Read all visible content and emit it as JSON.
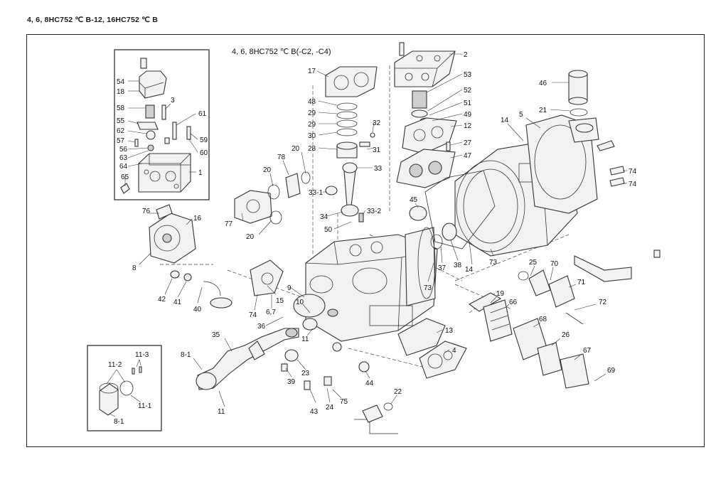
{
  "header": {
    "title": "4, 6, 8HC752 ℃ B-12, 16HC752 ℃ B",
    "subtitle": "4, 6, 8HC752 ℃ B(-C2, -C4)"
  },
  "callouts": [
    {
      "id": "c54",
      "text": "54"
    },
    {
      "id": "c18",
      "text": "18"
    },
    {
      "id": "c3",
      "text": "3"
    },
    {
      "id": "c58",
      "text": "58"
    },
    {
      "id": "c55",
      "text": "55"
    },
    {
      "id": "c61",
      "text": "61"
    },
    {
      "id": "c62",
      "text": "62"
    },
    {
      "id": "c57",
      "text": "57"
    },
    {
      "id": "c59",
      "text": "59"
    },
    {
      "id": "c56",
      "text": "56"
    },
    {
      "id": "c60",
      "text": "60"
    },
    {
      "id": "c63",
      "text": "63"
    },
    {
      "id": "c64",
      "text": "64"
    },
    {
      "id": "c1",
      "text": "1"
    },
    {
      "id": "c65",
      "text": "65"
    },
    {
      "id": "c17",
      "text": "17"
    },
    {
      "id": "c48",
      "text": "48"
    },
    {
      "id": "c29a",
      "text": "29"
    },
    {
      "id": "c29b",
      "text": "29"
    },
    {
      "id": "c30",
      "text": "30"
    },
    {
      "id": "c32",
      "text": "32"
    },
    {
      "id": "c28",
      "text": "28"
    },
    {
      "id": "c31",
      "text": "31"
    },
    {
      "id": "c33",
      "text": "33"
    },
    {
      "id": "c33_1",
      "text": "33-1"
    },
    {
      "id": "c34",
      "text": "34"
    },
    {
      "id": "c33_2",
      "text": "33-2"
    },
    {
      "id": "c50",
      "text": "50"
    },
    {
      "id": "c2",
      "text": "2"
    },
    {
      "id": "c53",
      "text": "53"
    },
    {
      "id": "c52",
      "text": "52"
    },
    {
      "id": "c51",
      "text": "51"
    },
    {
      "id": "c49",
      "text": "49"
    },
    {
      "id": "c12",
      "text": "12"
    },
    {
      "id": "c27",
      "text": "27"
    },
    {
      "id": "c47",
      "text": "47"
    },
    {
      "id": "c46",
      "text": "46"
    },
    {
      "id": "c21",
      "text": "21"
    },
    {
      "id": "c5",
      "text": "5"
    },
    {
      "id": "c14a",
      "text": "14"
    },
    {
      "id": "c74a",
      "text": "74"
    },
    {
      "id": "c74b",
      "text": "74"
    },
    {
      "id": "c78",
      "text": "78"
    },
    {
      "id": "c20a",
      "text": "20"
    },
    {
      "id": "c20b",
      "text": "20"
    },
    {
      "id": "c20c",
      "text": "20"
    },
    {
      "id": "c77",
      "text": "77"
    },
    {
      "id": "c76",
      "text": "76"
    },
    {
      "id": "c16",
      "text": "16"
    },
    {
      "id": "c8",
      "text": "8"
    },
    {
      "id": "c45",
      "text": "45"
    },
    {
      "id": "c37",
      "text": "37"
    },
    {
      "id": "c38",
      "text": "38"
    },
    {
      "id": "c14b",
      "text": "14"
    },
    {
      "id": "c73a",
      "text": "73"
    },
    {
      "id": "c73b",
      "text": "73"
    },
    {
      "id": "c25",
      "text": "25"
    },
    {
      "id": "c70",
      "text": "70"
    },
    {
      "id": "c71",
      "text": "71"
    },
    {
      "id": "c72",
      "text": "72"
    },
    {
      "id": "c19",
      "text": "19"
    },
    {
      "id": "c66",
      "text": "66"
    },
    {
      "id": "c68",
      "text": "68"
    },
    {
      "id": "c26",
      "text": "26"
    },
    {
      "id": "c67",
      "text": "67"
    },
    {
      "id": "c69",
      "text": "69"
    },
    {
      "id": "c42",
      "text": "42"
    },
    {
      "id": "c41",
      "text": "41"
    },
    {
      "id": "c40",
      "text": "40"
    },
    {
      "id": "c74c",
      "text": "74"
    },
    {
      "id": "c6_7",
      "text": "6,7"
    },
    {
      "id": "c15",
      "text": "15"
    },
    {
      "id": "c9",
      "text": "9"
    },
    {
      "id": "c10",
      "text": "10"
    },
    {
      "id": "c36",
      "text": "36"
    },
    {
      "id": "c11a",
      "text": "11"
    },
    {
      "id": "c13",
      "text": "13"
    },
    {
      "id": "c4",
      "text": "4"
    },
    {
      "id": "c35",
      "text": "35"
    },
    {
      "id": "c23",
      "text": "23"
    },
    {
      "id": "c39",
      "text": "39"
    },
    {
      "id": "c44",
      "text": "44"
    },
    {
      "id": "c8_1a",
      "text": "8-1"
    },
    {
      "id": "c11b",
      "text": "11"
    },
    {
      "id": "c43",
      "text": "43"
    },
    {
      "id": "c24",
      "text": "24"
    },
    {
      "id": "c75",
      "text": "75"
    },
    {
      "id": "c22",
      "text": "22"
    },
    {
      "id": "c11_2",
      "text": "11-2"
    },
    {
      "id": "c11_3",
      "text": "11-3"
    },
    {
      "id": "c11_1",
      "text": "11-1"
    },
    {
      "id": "c8_1b",
      "text": "8-1"
    }
  ]
}
